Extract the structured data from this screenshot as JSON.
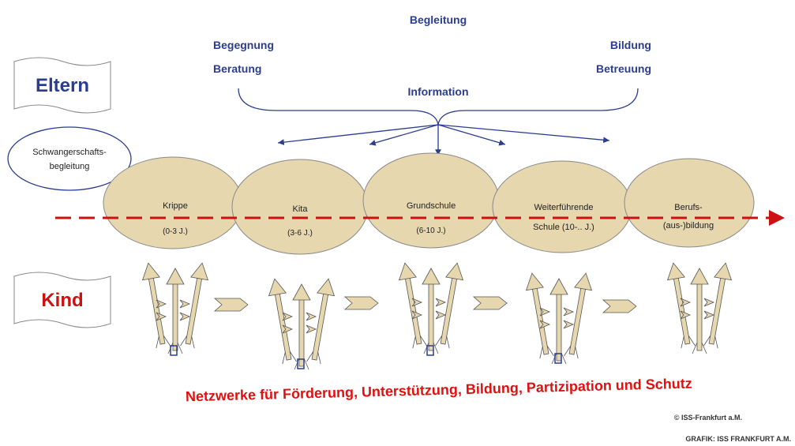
{
  "top_labels": {
    "begleitung": "Begleitung",
    "begegnung": "Begegnung",
    "beratung": "Beratung",
    "bildung": "Bildung",
    "betreuung": "Betreuung",
    "information": "Information"
  },
  "eltern_label": "Eltern",
  "kind_label": "Kind",
  "pregnancy": {
    "line1": "Schwangerschafts-",
    "line2": "begleitung"
  },
  "stages": [
    {
      "line1": "Krippe",
      "line2": "(0-3 J.)"
    },
    {
      "line1": "Kita",
      "line2": "(3-6 J.)"
    },
    {
      "line1": "Grundschule",
      "line2": "(6-10 J.)"
    },
    {
      "line1": "Weiterführende",
      "line2": "Schule (10-.. J.)"
    },
    {
      "line1": "Berufs-",
      "line2": "(aus-)bildung"
    }
  ],
  "network_text": "Netzwerke für Förderung, Unterstützung, Bildung, Partizipation und Schutz",
  "copyright": "© ISS-Frankfurt a.M.",
  "credit": "GRAFIK: ISS FRANKFURT A.M.",
  "colors": {
    "heading_blue": "#2a3d8f",
    "stage_fill": "#e6d7ae",
    "timeline_red": "#cc1111",
    "network_red": "#e01010"
  }
}
